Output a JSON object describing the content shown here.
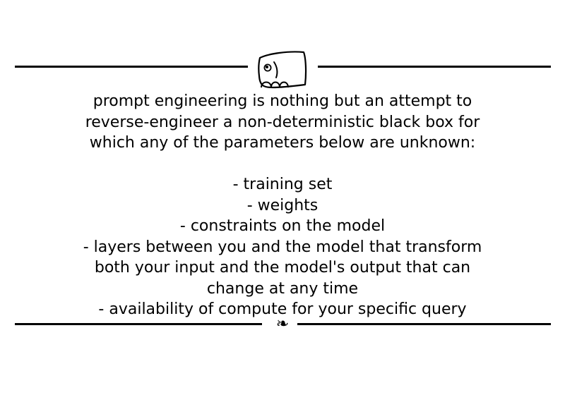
{
  "intro": [
    "prompt engineering is nothing but an attempt to",
    "reverse-engineer a non-deterministic black box for",
    "which any of the parameters below are unknown:"
  ],
  "items": [
    "- training set",
    "- weights",
    "- constraints on the model",
    "- layers between you and the model that transform",
    "both your input and the model's output that can",
    "change at any time",
    "- availability of compute for your specific query"
  ],
  "ornament": {
    "top_icon": "elephant-doodle-icon",
    "bottom_glyph": "❧"
  },
  "colors": {
    "text": "#000000",
    "background": "#ffffff"
  }
}
